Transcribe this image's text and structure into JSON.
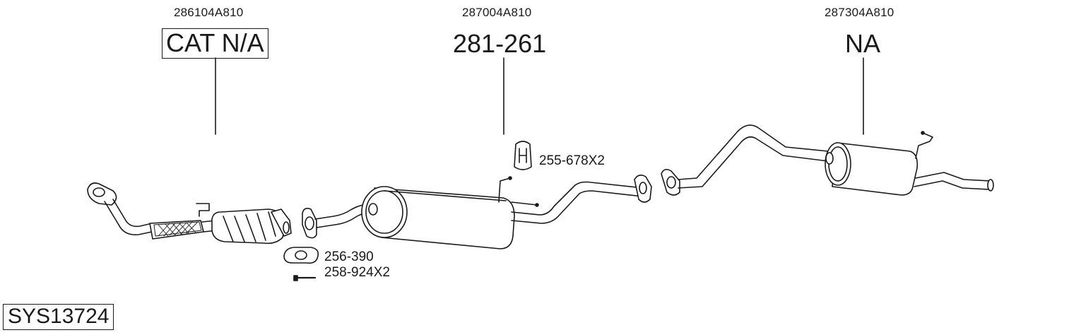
{
  "parts": [
    {
      "oem_number": "286104A810",
      "part_label": "CAT N/A",
      "boxed": true
    },
    {
      "oem_number": "287004A810",
      "part_label": "281-261",
      "boxed": false
    },
    {
      "oem_number": "287304A810",
      "part_label": "NA",
      "boxed": false
    }
  ],
  "accessories": [
    {
      "label": "255-678X2",
      "icon": "hanger-clamp-icon"
    },
    {
      "label": "256-390",
      "icon": "gasket-icon"
    },
    {
      "label": "258-924X2",
      "icon": "bolt-icon"
    }
  ],
  "system_id": "SYS13724",
  "colors": {
    "line": "#1a1a1a",
    "fill": "#ffffff",
    "shade": "#9a9a9a"
  }
}
